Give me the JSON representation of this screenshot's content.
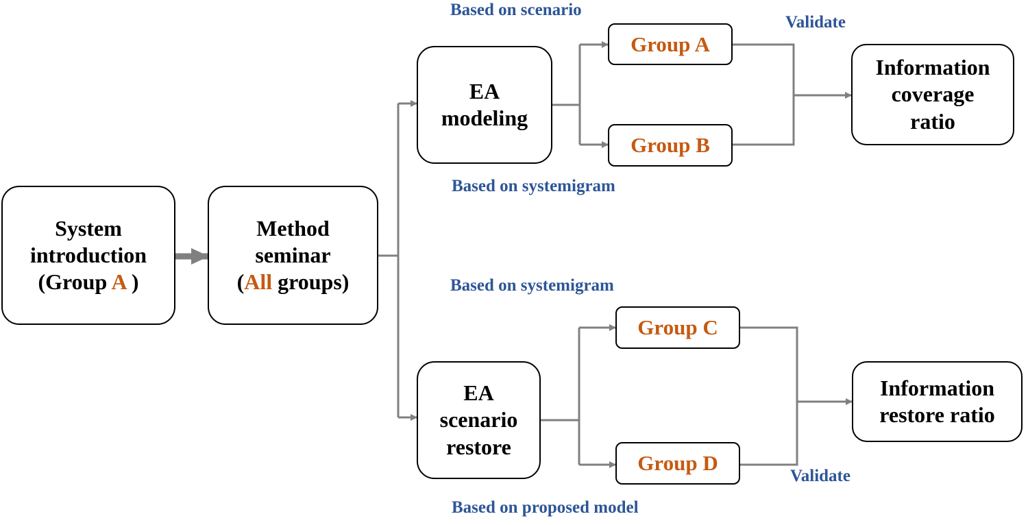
{
  "start": {
    "line1": "System",
    "line2": "introduction",
    "group_open": "(Group ",
    "group_letter": "A",
    "group_close": " )"
  },
  "seminar": {
    "line1": "Method",
    "line2": "seminar",
    "paren_open": "(",
    "all": "All",
    "rest": " groups)"
  },
  "modeling": {
    "line1": "EA",
    "line2": "modeling"
  },
  "restore": {
    "line1": "EA",
    "line2": "scenario",
    "line3": "restore"
  },
  "groups": {
    "a": "Group A",
    "b": "Group B",
    "c": "Group C",
    "d": "Group D"
  },
  "outcomes": {
    "coverage": {
      "line1": "Information",
      "line2": "coverage",
      "line3": "ratio"
    },
    "restore": {
      "line1": "Information",
      "line2": "restore ratio"
    }
  },
  "labels": {
    "based_on_scenario": "Based on scenario",
    "validate_top": "Validate",
    "based_on_systemigram_top": "Based on systemigram",
    "based_on_systemigram_bottom": "Based on systemigram",
    "validate_bottom": "Validate",
    "based_on_proposed_model": "Based on proposed model"
  },
  "colors": {
    "group_text": "#C55A11",
    "note_text": "#2E5597",
    "connector": "#808080"
  }
}
